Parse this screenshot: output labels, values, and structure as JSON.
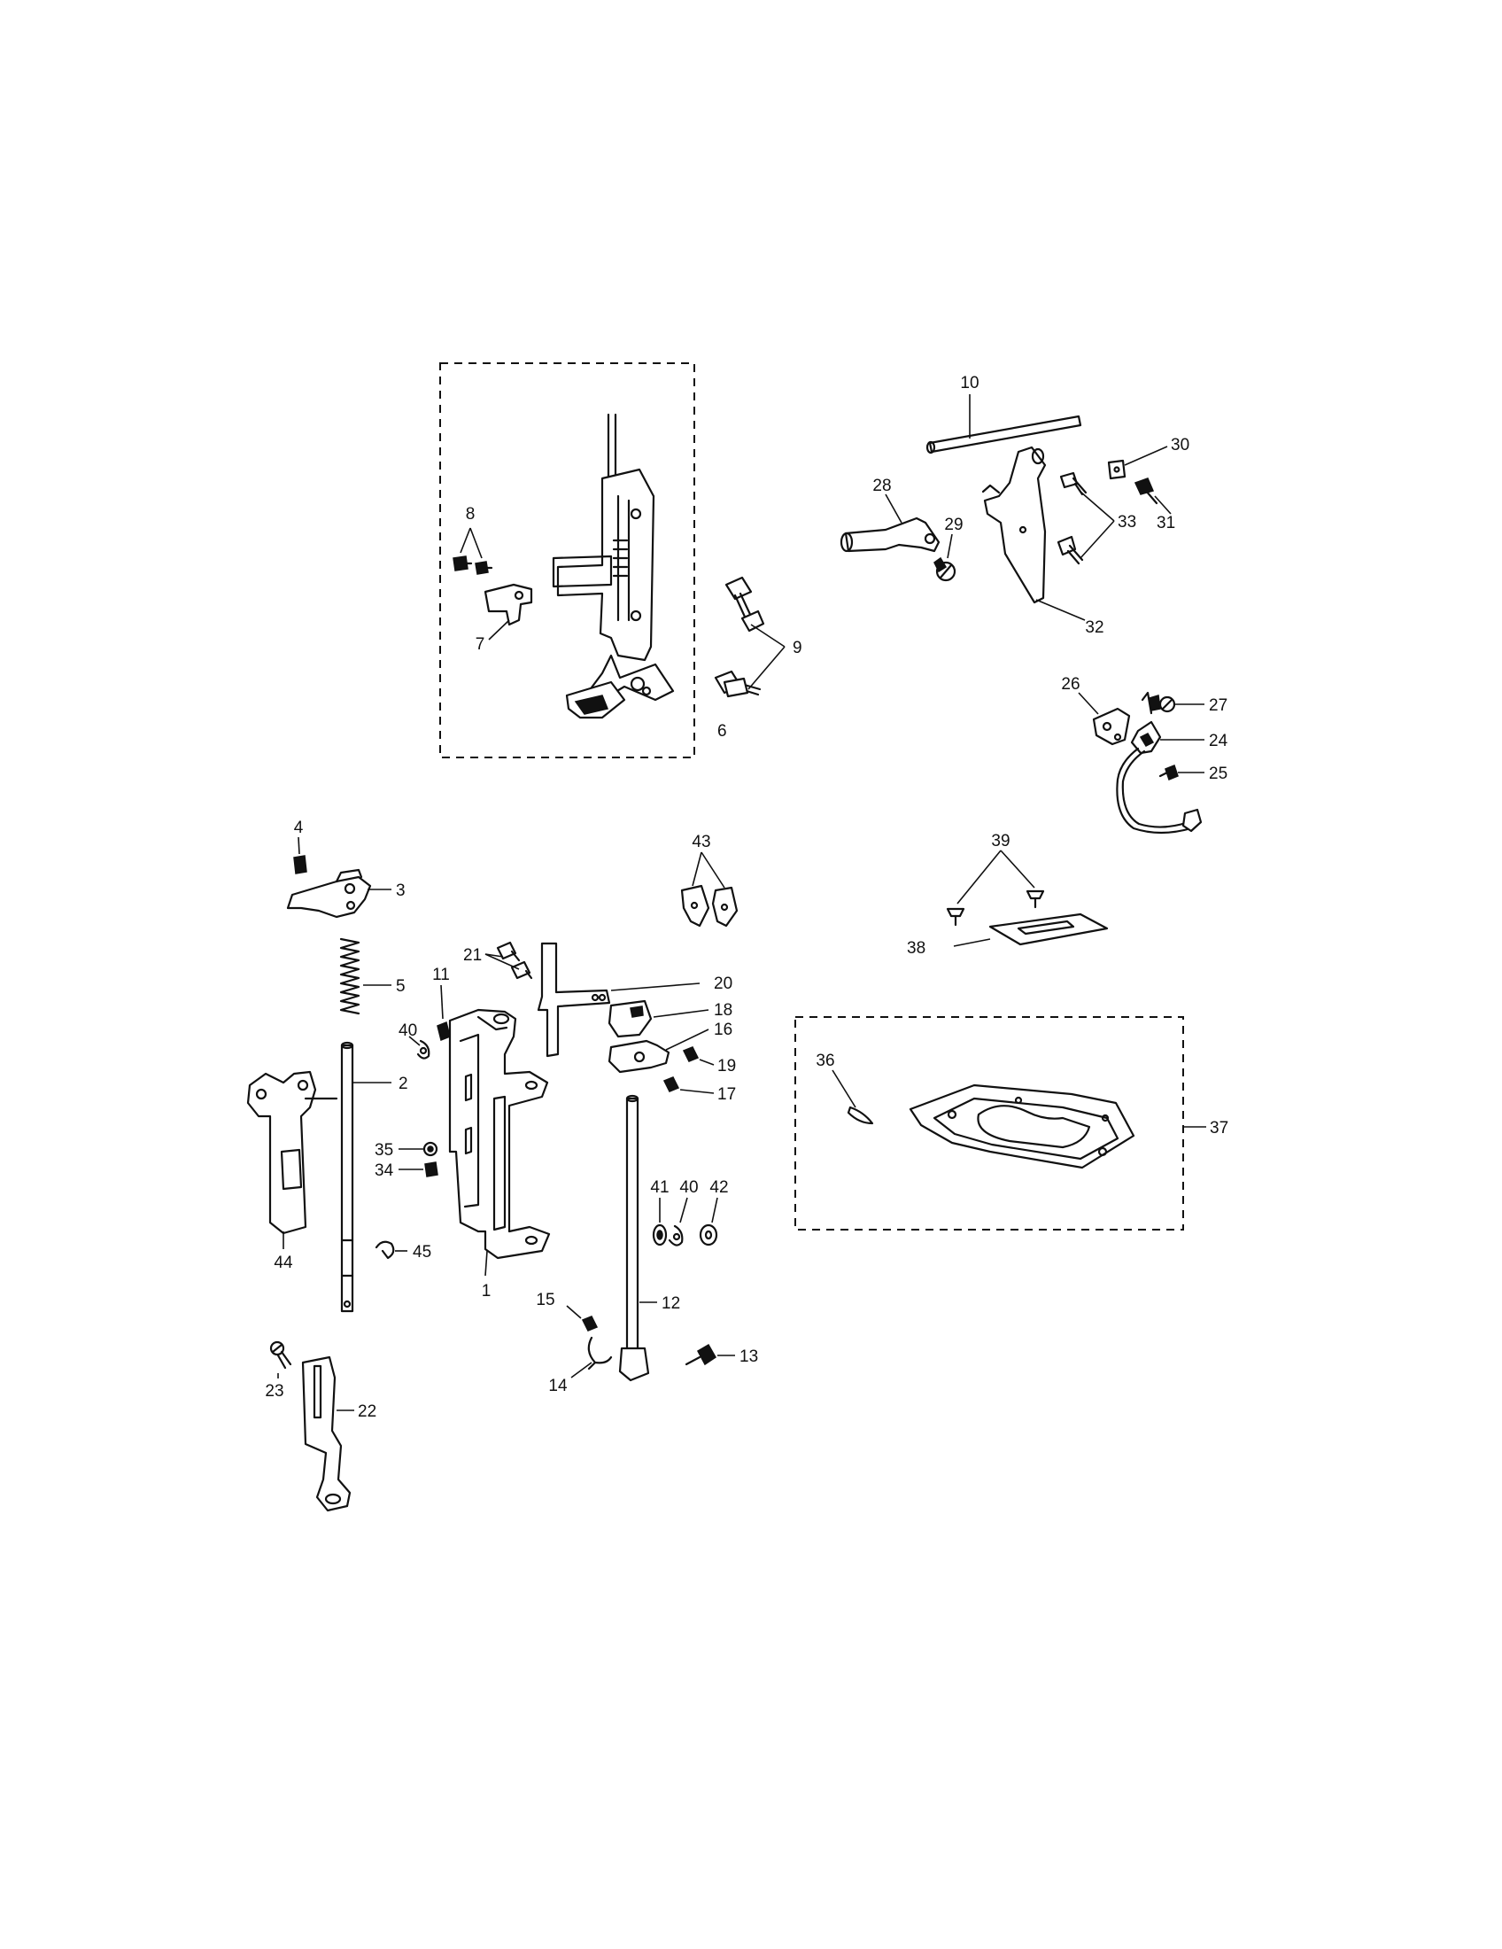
{
  "callouts": [
    {
      "id": "1",
      "text": "1"
    },
    {
      "id": "2",
      "text": "2"
    },
    {
      "id": "3",
      "text": "3"
    },
    {
      "id": "4",
      "text": "4"
    },
    {
      "id": "5",
      "text": "5"
    },
    {
      "id": "6",
      "text": "6"
    },
    {
      "id": "7",
      "text": "7"
    },
    {
      "id": "8",
      "text": "8"
    },
    {
      "id": "9",
      "text": "9"
    },
    {
      "id": "10",
      "text": "10"
    },
    {
      "id": "11",
      "text": "11"
    },
    {
      "id": "12",
      "text": "12"
    },
    {
      "id": "13",
      "text": "13"
    },
    {
      "id": "14",
      "text": "14"
    },
    {
      "id": "15",
      "text": "15"
    },
    {
      "id": "16",
      "text": "16"
    },
    {
      "id": "17",
      "text": "17"
    },
    {
      "id": "18",
      "text": "18"
    },
    {
      "id": "19",
      "text": "19"
    },
    {
      "id": "20",
      "text": "20"
    },
    {
      "id": "21",
      "text": "21"
    },
    {
      "id": "22",
      "text": "22"
    },
    {
      "id": "23",
      "text": "23"
    },
    {
      "id": "24",
      "text": "24"
    },
    {
      "id": "25",
      "text": "25"
    },
    {
      "id": "26",
      "text": "26"
    },
    {
      "id": "27",
      "text": "27"
    },
    {
      "id": "28",
      "text": "28"
    },
    {
      "id": "29",
      "text": "29"
    },
    {
      "id": "30",
      "text": "30"
    },
    {
      "id": "31",
      "text": "31"
    },
    {
      "id": "32",
      "text": "32"
    },
    {
      "id": "33",
      "text": "33"
    },
    {
      "id": "34",
      "text": "34"
    },
    {
      "id": "35",
      "text": "35"
    },
    {
      "id": "36",
      "text": "36"
    },
    {
      "id": "37",
      "text": "37"
    },
    {
      "id": "38",
      "text": "38"
    },
    {
      "id": "39",
      "text": "39"
    },
    {
      "id": "40a",
      "text": "40"
    },
    {
      "id": "40b",
      "text": "40"
    },
    {
      "id": "41",
      "text": "41"
    },
    {
      "id": "42",
      "text": "42"
    },
    {
      "id": "43",
      "text": "43"
    },
    {
      "id": "44",
      "text": "44"
    },
    {
      "id": "45",
      "text": "45"
    }
  ]
}
